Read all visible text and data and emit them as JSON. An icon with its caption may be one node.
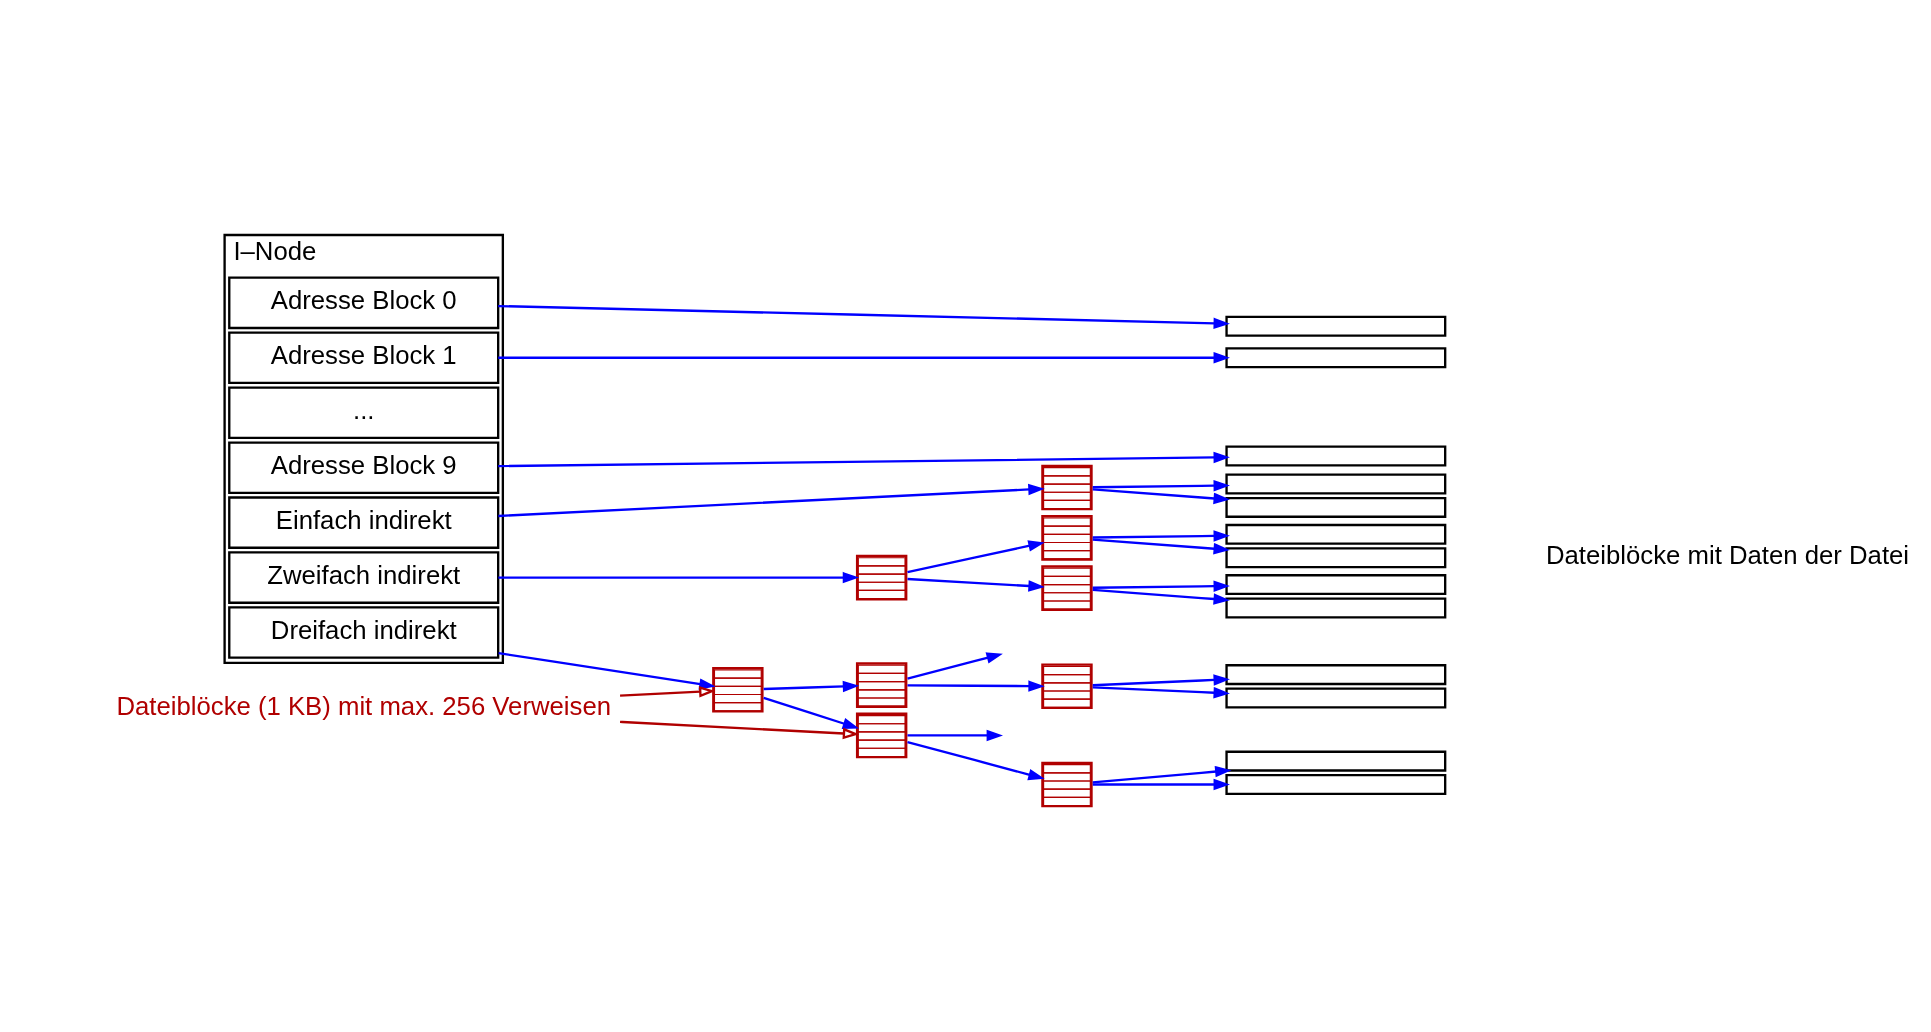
{
  "diagram": {
    "nodes": [
      {
        "text": [
          "I–Node"
        ]
      },
      {
        "text": [
          "Adresse Block 0"
        ],
        "in": 0
      },
      {
        "text": [
          "Adresse Block 1"
        ],
        "in": 0
      },
      {
        "text": [
          "..."
        ],
        "in": 0
      },
      {
        "text": [
          "Adresse Block 9"
        ],
        "in": 0
      },
      {
        "text": [
          "Einfach indirekt"
        ],
        "in": 0
      },
      {
        "text": [
          "Zweifach indirekt"
        ],
        "in": 0
      },
      {
        "text": [
          "Dreifach indirekt"
        ],
        "in": 0
      },
      {
        "text": [],
        "shape": "box"
      },
      {
        "text": [],
        "shape": "box"
      },
      {
        "text": [],
        "shape": "box"
      },
      {
        "text": [],
        "shape": "box"
      },
      {
        "text": [],
        "shape": "box"
      },
      {
        "text": [],
        "shape": "box"
      },
      {
        "text": [],
        "shape": "box"
      },
      {
        "text": [],
        "shape": "box"
      },
      {
        "text": [],
        "shape": "box"
      },
      {
        "text": [],
        "shape": "bar"
      },
      {
        "text": [],
        "shape": "bar"
      },
      {
        "text": [],
        "shape": "bar"
      },
      {
        "text": [],
        "shape": "bar"
      },
      {
        "text": [],
        "shape": "bar"
      },
      {
        "text": [],
        "shape": "bar"
      },
      {
        "text": [],
        "shape": "bar"
      },
      {
        "text": [],
        "shape": "bar"
      },
      {
        "text": [],
        "shape": "bar"
      },
      {
        "text": [],
        "shape": "bar"
      },
      {
        "text": [],
        "shape": "bar"
      },
      {
        "text": [],
        "shape": "bar"
      },
      {
        "text": [],
        "shape": "bar"
      },
      {
        "text": [
          "Dateiblöcke (1 KB) mit max. 256 Verweisen"
        ]
      }
    ],
    "edges": [
      {
        "from": 1,
        "to": 17,
        "arrow": "to"
      },
      {
        "from": 2,
        "to": 18,
        "arrow": "to"
      },
      {
        "from": 4,
        "to": 19,
        "arrow": "to"
      },
      {
        "from": 5,
        "to": 12,
        "arrow": "to"
      },
      {
        "from": 6,
        "to": 9,
        "arrow": "to"
      },
      {
        "from": 7,
        "to": 8,
        "arrow": "to"
      },
      {
        "from": 12,
        "to": 20,
        "arrow": "to"
      },
      {
        "from": 12,
        "to": 21,
        "arrow": "to"
      },
      {
        "from": 9,
        "to": 13,
        "arrow": "to"
      },
      {
        "from": 9,
        "to": 14,
        "arrow": "to"
      },
      {
        "from": 13,
        "to": 22,
        "arrow": "to"
      },
      {
        "from": 13,
        "to": 23,
        "arrow": "to"
      },
      {
        "from": 14,
        "to": 24,
        "arrow": "to"
      },
      {
        "from": 14,
        "to": 25,
        "arrow": "to"
      },
      {
        "from": 8,
        "to": 10,
        "arrow": "to"
      },
      {
        "from": 8,
        "to": 11,
        "arrow": "to"
      },
      {
        "from": 10,
        "to": 15,
        "arrow": "to"
      },
      {
        "from": 10,
        "to": null,
        "arrow": "to"
      },
      {
        "from": 15,
        "to": 26,
        "arrow": "to"
      },
      {
        "from": 15,
        "to": 27,
        "arrow": "to"
      },
      {
        "from": 11,
        "to": null,
        "arrow": "to"
      },
      {
        "from": 11,
        "to": 16,
        "arrow": "to"
      },
      {
        "from": 16,
        "to": 28,
        "arrow": "to"
      },
      {
        "from": 16,
        "to": 29,
        "arrow": "to"
      },
      {
        "from": 30,
        "to": 8,
        "arrow": "to",
        "color": "#b00000"
      },
      {
        "from": 30,
        "to": 11,
        "arrow": "to",
        "color": "#b00000"
      }
    ],
    "labels": [
      "Dateiblöcke mit Daten der Datei"
    ]
  }
}
